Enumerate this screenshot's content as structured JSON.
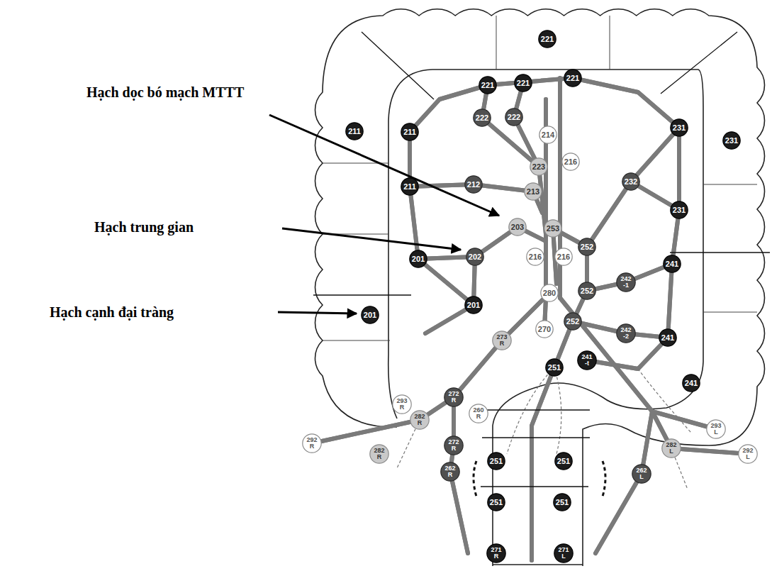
{
  "diagram": {
    "nodes": [
      {
        "text": [
          "221"
        ]
      },
      {
        "text": [
          "211"
        ]
      },
      {
        "text": [
          "221"
        ]
      },
      {
        "text": [
          "221"
        ]
      },
      {
        "text": [
          "221"
        ]
      },
      {
        "text": [
          "211"
        ]
      },
      {
        "text": [
          "222"
        ]
      },
      {
        "text": [
          "222"
        ]
      },
      {
        "text": [
          "214"
        ]
      },
      {
        "text": [
          "216"
        ]
      },
      {
        "text": [
          "231"
        ]
      },
      {
        "text": [
          "231"
        ]
      },
      {
        "text": [
          "223"
        ]
      },
      {
        "text": [
          "212"
        ]
      },
      {
        "text": [
          "211"
        ]
      },
      {
        "text": [
          "232"
        ]
      },
      {
        "text": [
          "213"
        ]
      },
      {
        "text": [
          "231"
        ]
      },
      {
        "text": [
          "203"
        ]
      },
      {
        "text": [
          "253"
        ]
      },
      {
        "text": [
          "202"
        ]
      },
      {
        "text": [
          "201"
        ]
      },
      {
        "text": [
          "216"
        ]
      },
      {
        "text": [
          "216"
        ]
      },
      {
        "text": [
          "252"
        ]
      },
      {
        "text": [
          "241"
        ]
      },
      {
        "text": [
          "242 -1"
        ]
      },
      {
        "text": [
          "201"
        ]
      },
      {
        "text": [
          "280"
        ]
      },
      {
        "text": [
          "201"
        ]
      },
      {
        "text": [
          "252"
        ]
      },
      {
        "text": [
          "270"
        ]
      },
      {
        "text": [
          "252"
        ]
      },
      {
        "text": [
          "242 -2"
        ]
      },
      {
        "text": [
          "241"
        ]
      },
      {
        "text": [
          "273 R"
        ]
      },
      {
        "text": [
          "241 -t"
        ]
      },
      {
        "text": [
          "251"
        ]
      },
      {
        "text": [
          "241"
        ]
      },
      {
        "text": [
          "293 R"
        ]
      },
      {
        "text": [
          "272 R"
        ]
      },
      {
        "text": [
          "260 R"
        ]
      },
      {
        "text": [
          "282 R"
        ]
      },
      {
        "text": [
          "293 L"
        ]
      },
      {
        "text": [
          "282 R"
        ]
      },
      {
        "text": [
          "272 R"
        ]
      },
      {
        "text": [
          "251"
        ]
      },
      {
        "text": [
          "251"
        ]
      },
      {
        "text": [
          "282 L"
        ]
      },
      {
        "text": [
          "292 R"
        ]
      },
      {
        "text": [
          "292 L"
        ]
      },
      {
        "text": [
          "262 R"
        ]
      },
      {
        "text": [
          "262 L"
        ]
      },
      {
        "text": [
          "251"
        ]
      },
      {
        "text": [
          "251"
        ]
      },
      {
        "text": [
          "271 R"
        ]
      },
      {
        "text": [
          "271 L"
        ]
      }
    ],
    "labels": [
      "Hạch dọc bó mạch MTTT",
      "Hạch trung gian",
      "Hạch cạnh đại tràng"
    ]
  }
}
